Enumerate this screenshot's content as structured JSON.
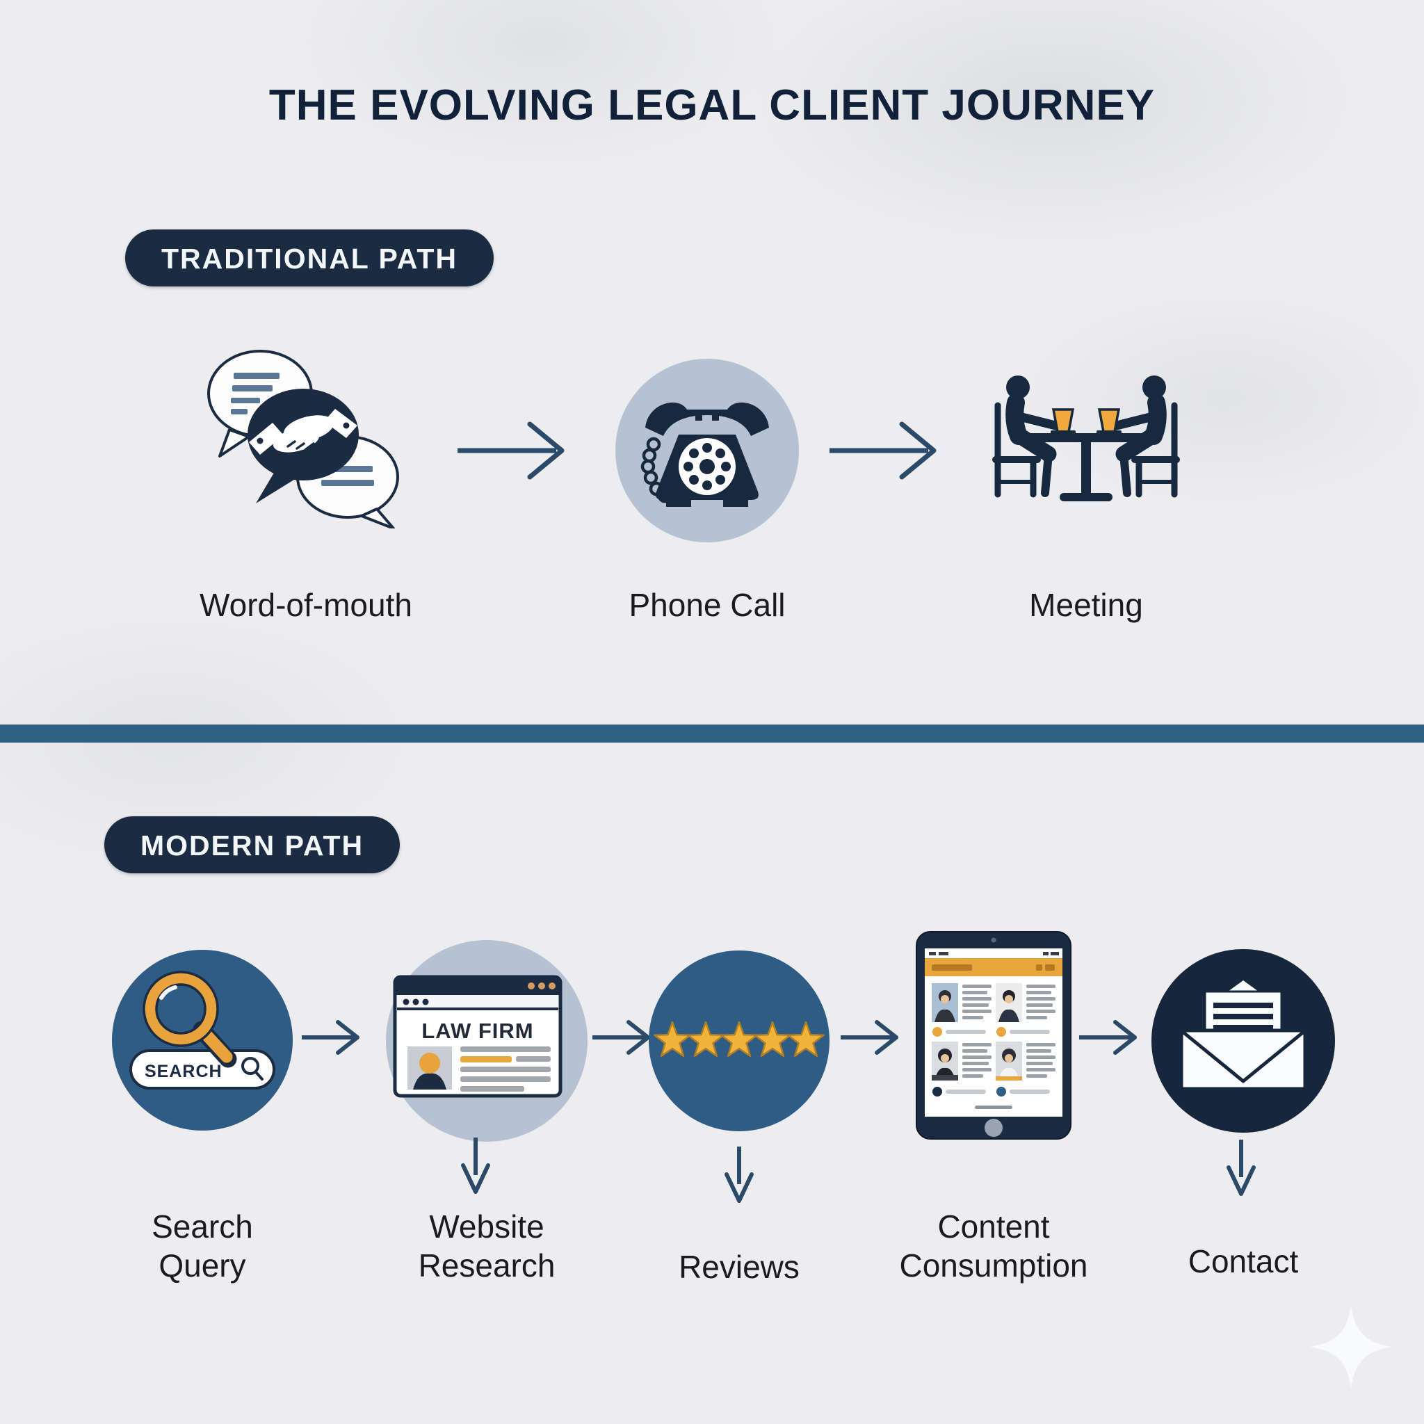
{
  "title": "THE EVOLVING LEGAL CLIENT JOURNEY",
  "colors": {
    "navy": "#1A2B42",
    "steel_blue": "#2E5C84",
    "divider_blue": "#2E5F85",
    "light_blue_gray": "#B6C2D1",
    "gold": "#E8A33D",
    "star_gold": "#F2B33C",
    "arrow": "#2B4A69",
    "background": "#EDEDEF"
  },
  "traditional": {
    "badge_label": "TRADITIONAL PATH",
    "steps": [
      {
        "label": "Word-of-mouth",
        "icon": "speech-bubbles-handshake"
      },
      {
        "label": "Phone Call",
        "icon": "rotary-phone"
      },
      {
        "label": "Meeting",
        "icon": "two-people-at-table"
      }
    ]
  },
  "modern": {
    "badge_label": "MODERN PATH",
    "steps": [
      {
        "label": "Search Query",
        "icon": "magnifier-search-bar",
        "search_bar_text": "SEARCH"
      },
      {
        "label": "Website Research",
        "icon": "law-firm-browser-window",
        "website_title": "LAW FIRM"
      },
      {
        "label": "Reviews",
        "icon": "five-star-rating",
        "star_count": 5
      },
      {
        "label": "Content Consumption",
        "icon": "tablet-profile-articles"
      },
      {
        "label": "Contact",
        "icon": "open-envelope"
      }
    ]
  }
}
